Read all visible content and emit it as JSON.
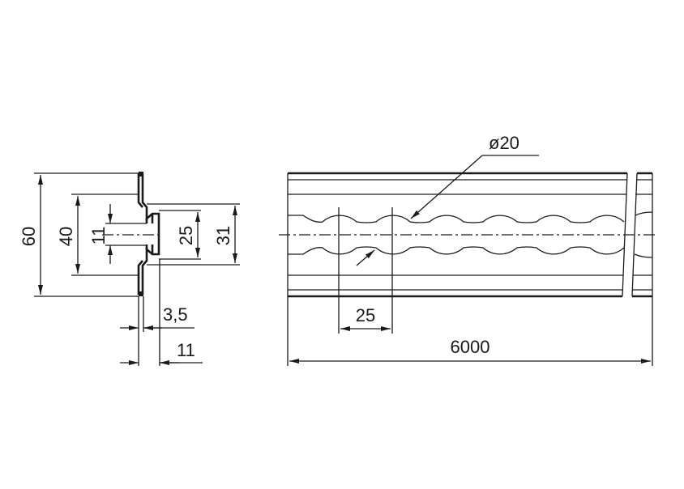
{
  "diagram": {
    "dimensions": {
      "height_60": "60",
      "height_40": "40",
      "slot_11": "11",
      "inner_25": "25",
      "inner_31": "31",
      "thickness_3_5": "3,5",
      "depth_11": "11",
      "hole_diameter": "ø20",
      "pitch_25": "25",
      "length_6000": "6000"
    },
    "colors": {
      "line": "#1a1a1a",
      "background": "#ffffff"
    }
  }
}
